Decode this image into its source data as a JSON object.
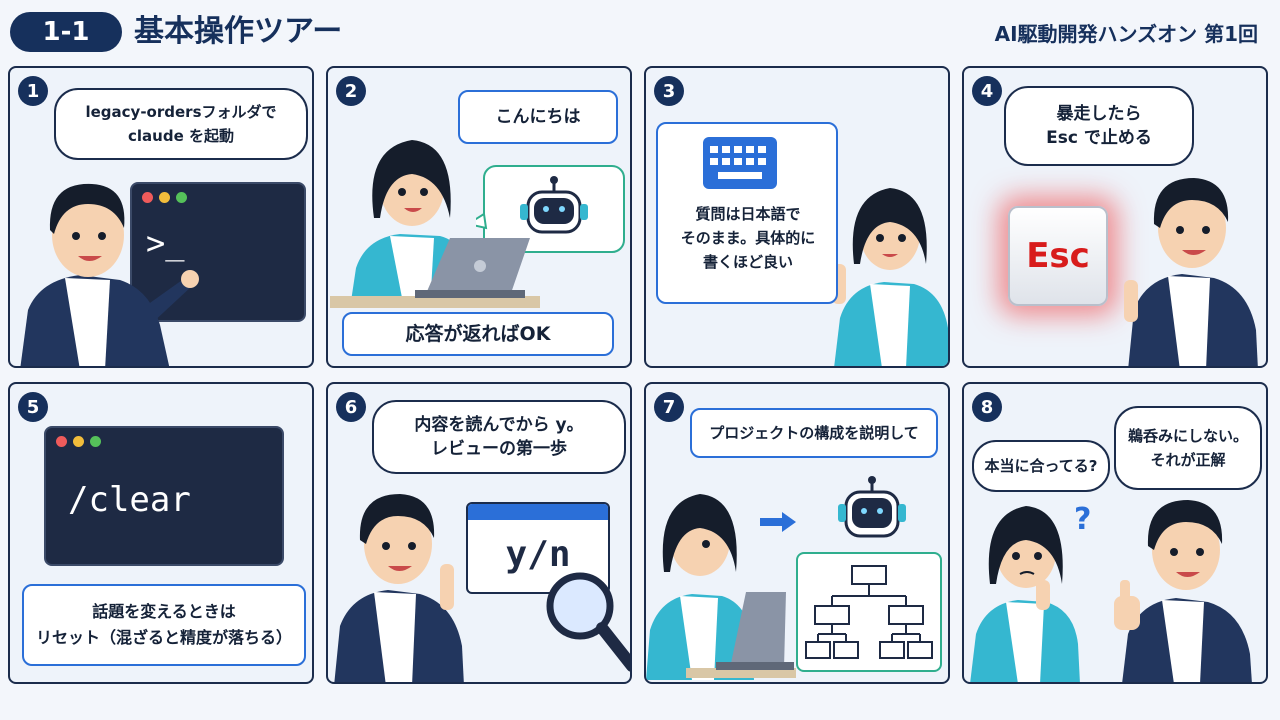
{
  "header": {
    "badge": "1-1",
    "title": "基本操作ツアー",
    "series": "AI駆動開発ハンズオン 第1回"
  },
  "panels": [
    {
      "num": "1",
      "bubble": "legacy-ordersフォルダで\nclaude を起動",
      "terminal_prompt": ">_"
    },
    {
      "num": "2",
      "bubble": "こんにちは",
      "caption": "応答が返ればOK"
    },
    {
      "num": "3",
      "caption": "質問は日本語で\nそのまま。具体的に\n書くほど良い"
    },
    {
      "num": "4",
      "bubble": "暴走したら\nEsc で止める",
      "key_label": "Esc"
    },
    {
      "num": "5",
      "terminal_command": "/clear",
      "caption": "話題を変えるときは\nリセット（混ざると精度が落ちる）"
    },
    {
      "num": "6",
      "bubble": "内容を読んでから y。\nレビューの第一歩",
      "dialog_text": "y/n"
    },
    {
      "num": "7",
      "bubble": "プロジェクトの構成を説明して"
    },
    {
      "num": "8",
      "bubble_left": "本当に合ってる?",
      "bubble_right": "鵜呑みにしない。\nそれが正解"
    }
  ],
  "colors": {
    "navy": "#16305c",
    "accent_blue": "#2b6fd8",
    "terminal_bg": "#1e2a44",
    "esc_red": "#d81c1c",
    "teal_cardigan": "#35b7d0",
    "jacket_navy": "#22365e"
  }
}
